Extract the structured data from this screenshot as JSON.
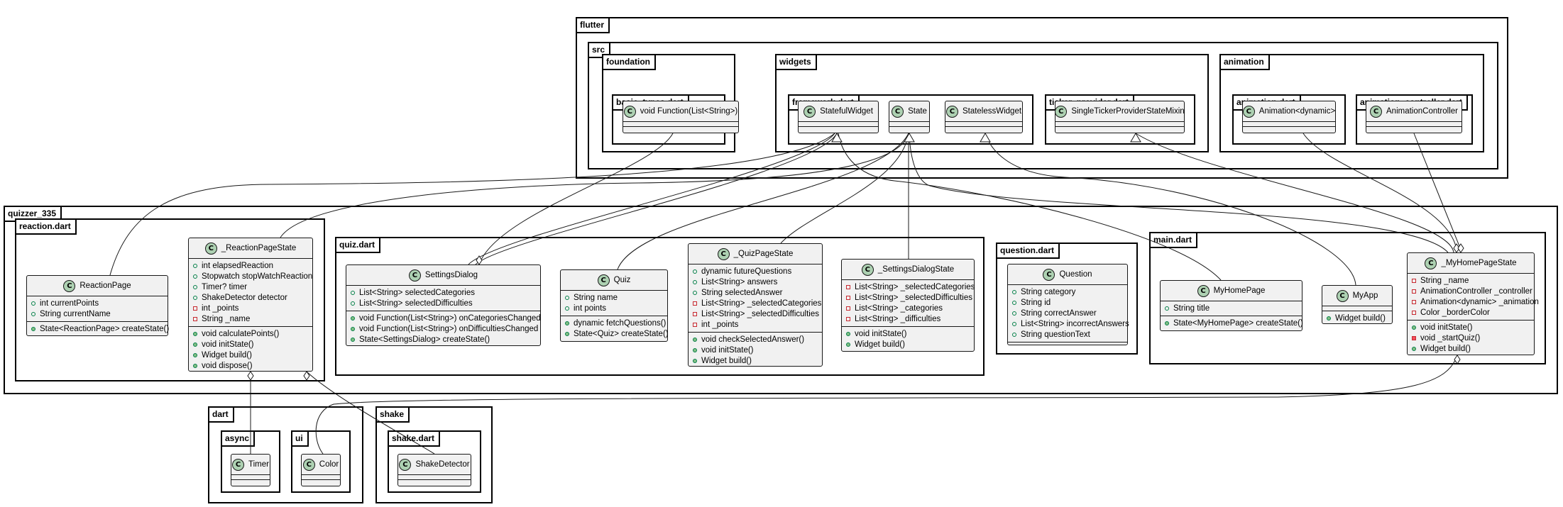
{
  "packages": {
    "flutter": "flutter",
    "src": "src",
    "foundation": "foundation",
    "basic_types": "basic_types.dart",
    "widgets": "widgets",
    "framework": "framework.dart",
    "ticker_provider": "ticker_provider.dart",
    "animation": "animation",
    "animation_dart": "animation.dart",
    "animation_controller": "animation_controller.dart",
    "quizzer": "quizzer_335",
    "reaction": "reaction.dart",
    "quiz": "quiz.dart",
    "question": "question.dart",
    "main": "main.dart",
    "dart": "dart",
    "async": "async",
    "ui": "ui",
    "shake": "shake",
    "shake_dart": "shake.dart"
  },
  "classes": {
    "void_function": {
      "name": "void Function(List<String>)",
      "fields": [],
      "methods": []
    },
    "stateful_widget": {
      "name": "StatefulWidget",
      "fields": [],
      "methods": []
    },
    "state": {
      "name": "State",
      "fields": [],
      "methods": []
    },
    "stateless_widget": {
      "name": "StatelessWidget",
      "fields": [],
      "methods": []
    },
    "ticker_mixin": {
      "name": "SingleTickerProviderStateMixin",
      "fields": [],
      "methods": []
    },
    "animation_dynamic": {
      "name": "Animation<dynamic>",
      "fields": [],
      "methods": []
    },
    "animation_controller": {
      "name": "AnimationController",
      "fields": [],
      "methods": []
    },
    "reaction_page": {
      "name": "ReactionPage",
      "fields": [
        {
          "v": "public",
          "t": "int currentPoints"
        },
        {
          "v": "public",
          "t": "String currentName"
        }
      ],
      "methods": [
        {
          "v": "public",
          "t": "State<ReactionPage> createState()"
        }
      ]
    },
    "reaction_page_state": {
      "name": "_ReactionPageState",
      "fields": [
        {
          "v": "public",
          "t": "int elapsedReaction"
        },
        {
          "v": "public",
          "t": "Stopwatch stopWatchReaction"
        },
        {
          "v": "public",
          "t": "Timer? timer"
        },
        {
          "v": "public",
          "t": "ShakeDetector detector"
        },
        {
          "v": "private",
          "t": "int _points"
        },
        {
          "v": "private",
          "t": "String _name"
        }
      ],
      "methods": [
        {
          "v": "public",
          "t": "void calculatePoints()"
        },
        {
          "v": "public",
          "t": "void initState()"
        },
        {
          "v": "public",
          "t": "Widget build()"
        },
        {
          "v": "public",
          "t": "void dispose()"
        }
      ]
    },
    "settings_dialog": {
      "name": "SettingsDialog",
      "fields": [
        {
          "v": "public",
          "t": "List<String> selectedCategories"
        },
        {
          "v": "public",
          "t": "List<String> selectedDifficulties"
        }
      ],
      "methods": [
        {
          "v": "public",
          "t": "void Function(List<String>) onCategoriesChanged"
        },
        {
          "v": "public",
          "t": "void Function(List<String>) onDifficultiesChanged"
        },
        {
          "v": "public",
          "t": "State<SettingsDialog> createState()"
        }
      ]
    },
    "quiz": {
      "name": "Quiz",
      "fields": [
        {
          "v": "public",
          "t": "String name"
        },
        {
          "v": "public",
          "t": "int points"
        }
      ],
      "methods": [
        {
          "v": "public",
          "t": "dynamic fetchQuestions()"
        },
        {
          "v": "public",
          "t": "State<Quiz> createState()"
        }
      ]
    },
    "quiz_page_state": {
      "name": "_QuizPageState",
      "fields": [
        {
          "v": "public",
          "t": "dynamic futureQuestions"
        },
        {
          "v": "public",
          "t": "List<String> answers"
        },
        {
          "v": "public",
          "t": "String selectedAnswer"
        },
        {
          "v": "private",
          "t": "List<String> _selectedCategories"
        },
        {
          "v": "private",
          "t": "List<String> _selectedDifficulties"
        },
        {
          "v": "private",
          "t": "int _points"
        }
      ],
      "methods": [
        {
          "v": "public",
          "t": "void checkSelectedAnswer()"
        },
        {
          "v": "public",
          "t": "void initState()"
        },
        {
          "v": "public",
          "t": "Widget build()"
        }
      ]
    },
    "settings_dialog_state": {
      "name": "_SettingsDialogState",
      "fields": [
        {
          "v": "private",
          "t": "List<String> _selectedCategories"
        },
        {
          "v": "private",
          "t": "List<String> _selectedDifficulties"
        },
        {
          "v": "private",
          "t": "List<String> _categories"
        },
        {
          "v": "private",
          "t": "List<String> _difficulties"
        }
      ],
      "methods": [
        {
          "v": "public",
          "t": "void initState()"
        },
        {
          "v": "public",
          "t": "Widget build()"
        }
      ]
    },
    "question": {
      "name": "Question",
      "fields": [
        {
          "v": "public",
          "t": "String category"
        },
        {
          "v": "public",
          "t": "String id"
        },
        {
          "v": "public",
          "t": "String correctAnswer"
        },
        {
          "v": "public",
          "t": "List<String> incorrectAnswers"
        },
        {
          "v": "public",
          "t": "String questionText"
        }
      ],
      "methods": []
    },
    "my_home_page": {
      "name": "MyHomePage",
      "fields": [
        {
          "v": "public",
          "t": "String title"
        }
      ],
      "methods": [
        {
          "v": "public",
          "t": "State<MyHomePage> createState()"
        }
      ]
    },
    "my_app": {
      "name": "MyApp",
      "fields": [],
      "methods": [
        {
          "v": "public",
          "t": "Widget build()"
        }
      ]
    },
    "my_home_page_state": {
      "name": "_MyHomePageState",
      "fields": [
        {
          "v": "private",
          "t": "String _name"
        },
        {
          "v": "private",
          "t": "AnimationController _controller"
        },
        {
          "v": "private",
          "t": "Animation<dynamic> _animation"
        },
        {
          "v": "private",
          "t": "Color _borderColor"
        }
      ],
      "methods": [
        {
          "v": "public",
          "t": "void initState()"
        },
        {
          "v": "private",
          "t": "void _startQuiz()"
        },
        {
          "v": "public",
          "t": "Widget build()"
        }
      ]
    },
    "timer": {
      "name": "Timer",
      "fields": [],
      "methods": []
    },
    "color": {
      "name": "Color",
      "fields": [],
      "methods": []
    },
    "shake_detector": {
      "name": "ShakeDetector",
      "fields": [],
      "methods": []
    }
  },
  "class_badge": "C",
  "colors": {
    "class_fill": "#f1f1f1",
    "badge": "#add1b2",
    "line": "#181818"
  }
}
